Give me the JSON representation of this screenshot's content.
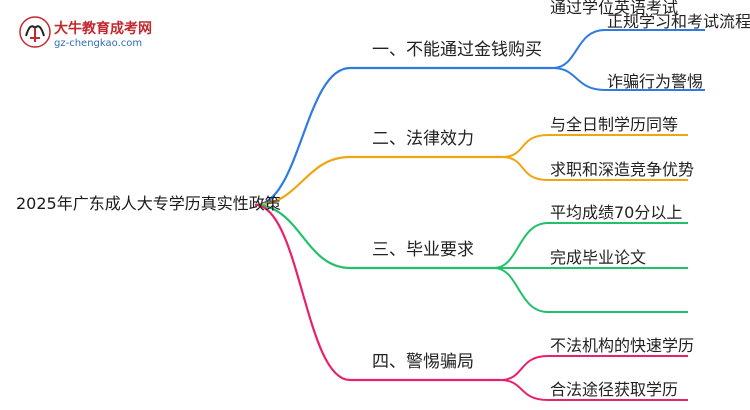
{
  "logo": {
    "title": "大牛教育成考网",
    "url": "gz-chengkao.com",
    "colors": {
      "red": "#c3282e",
      "blue": "#2f6db3"
    }
  },
  "root": {
    "label": "2025年广东成人大专学历真实性政策"
  },
  "branches": [
    {
      "label": "一、不能通过金钱购买",
      "color": "#2f7ce0",
      "leaves": [
        "正规学习和考试流程",
        "诈骗行为警惕"
      ]
    },
    {
      "label": "二、法律效力",
      "color": "#f0a515",
      "leaves": [
        "与全日制学历同等",
        "求职和深造竞争优势"
      ]
    },
    {
      "label": "三、毕业要求",
      "color": "#21c06a",
      "leaves": [
        "平均成绩70分以上",
        "完成毕业论文",
        "通过学位英语考试"
      ]
    },
    {
      "label": "四、警惕骗局",
      "color": "#e8206e",
      "leaves": [
        "不法机构的快速学历",
        "合法途径获取学历"
      ]
    }
  ]
}
